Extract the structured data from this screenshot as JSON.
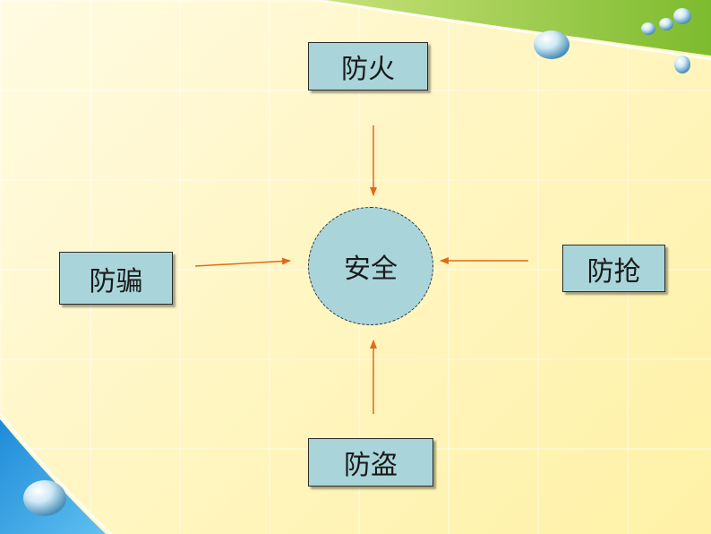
{
  "center": {
    "label": "安全"
  },
  "nodes": {
    "top": "防火",
    "left": "防骗",
    "right": "防抢",
    "bottom": "防盗"
  },
  "colors": {
    "box_fill": "#a9d5da",
    "arrow": "#e06a1a",
    "green_band": "#8cc63f",
    "blue_band": "#2d9be0"
  }
}
